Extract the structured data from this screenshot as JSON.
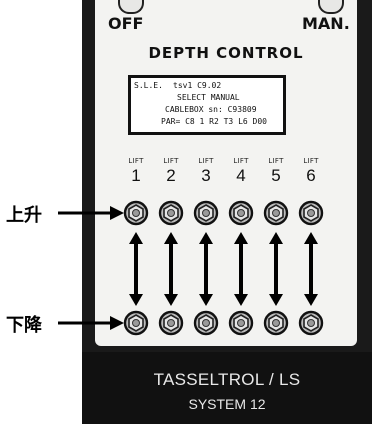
{
  "panel": {
    "switch_left_label": "OFF",
    "switch_right_label": "MAN.",
    "title": "DEPTH CONTROL"
  },
  "screen": {
    "row1_code": "S.L.E.",
    "row1_value": "tsv1 C9.02",
    "row2": "SELECT MANUAL",
    "row3": "CABLEBOX sn: C93809",
    "row4": "PAR= C8 1 R2 T3 L6 D00"
  },
  "lifts": [
    {
      "label": "LIFT",
      "number": "1"
    },
    {
      "label": "LIFT",
      "number": "2"
    },
    {
      "label": "LIFT",
      "number": "3"
    },
    {
      "label": "LIFT",
      "number": "4"
    },
    {
      "label": "LIFT",
      "number": "5"
    },
    {
      "label": "LIFT",
      "number": "6"
    }
  ],
  "annotations": {
    "raise": "上升",
    "lower": "下降"
  },
  "footer": {
    "brand": "TASSELTROL / LS",
    "model": "SYSTEM 12"
  },
  "colors": {
    "panel_dark": "#1a1a1a",
    "panel_face": "#f3f3f1",
    "text": "#111111",
    "footer_text": "#e8e8e8"
  }
}
